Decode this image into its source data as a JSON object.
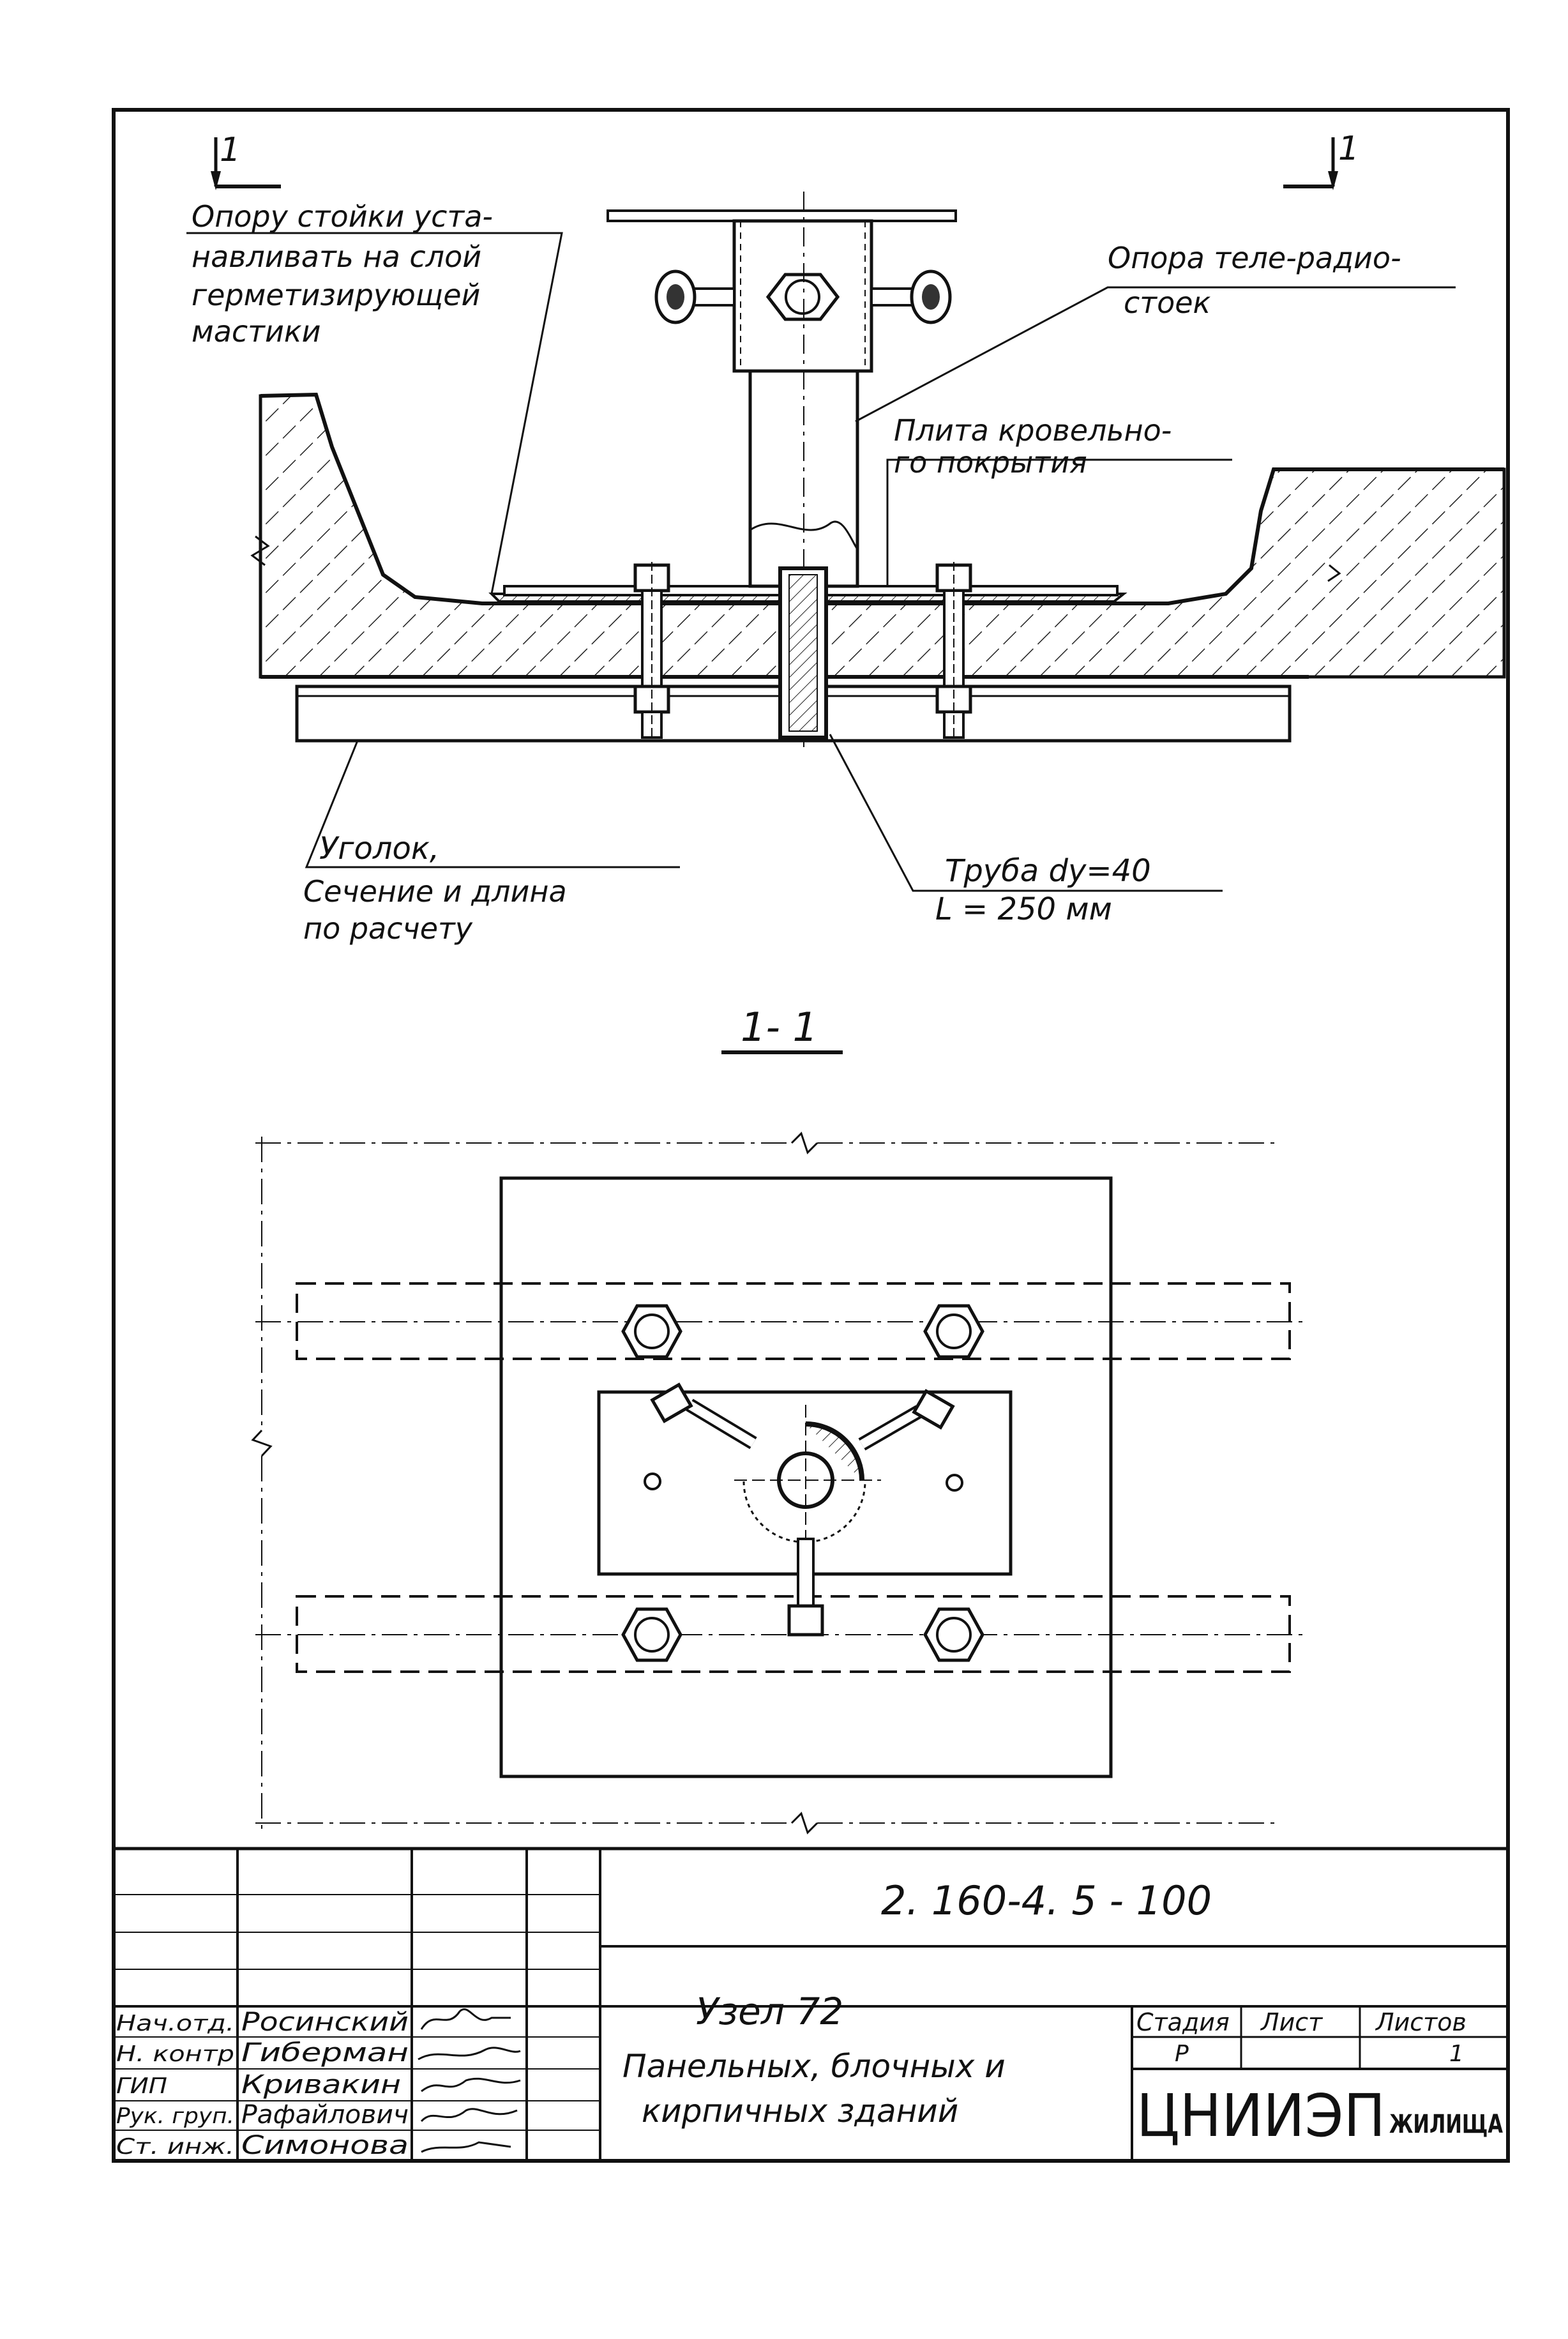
{
  "section_marks": {
    "left": "1",
    "right": "1",
    "section_title": "1- 1"
  },
  "labels": {
    "mastic": [
      "Опору стойки уста-",
      "навливать на слой",
      "герметизирующей",
      "мастики"
    ],
    "support": [
      "Опора теле-радио-",
      "стоек"
    ],
    "roof_slab": [
      "Плита кровельно-",
      "го покрытия"
    ],
    "angle": [
      "Уголок,",
      "Сечение и длина",
      "по расчету"
    ],
    "pipe": [
      "Труба  dу=40",
      "L = 250 мм"
    ]
  },
  "title_block": {
    "doc_code": "2. 160-4. 5    - 100",
    "node_title": "Узел    72",
    "description": [
      "Панельных, блочных и",
      "кирпичных зданий"
    ],
    "stage_header": "Стадия",
    "sheet_header": "Лист",
    "sheets_header": "Листов",
    "stage_value": "Р",
    "sheet_value": "",
    "sheets_value": "1",
    "org_big": "ЦНИИЭП",
    "org_small": "ЖИЛИЩА",
    "signatures": [
      {
        "role": "Нач.отд.",
        "name": "Росинский"
      },
      {
        "role": "Н. контр",
        "name": "Гиберман"
      },
      {
        "role": "ГИП",
        "name": "Кривакин"
      },
      {
        "role": "Рук. груп.",
        "name": "Рафайлович"
      },
      {
        "role": "Ст. инж.",
        "name": "Симонова"
      }
    ]
  }
}
